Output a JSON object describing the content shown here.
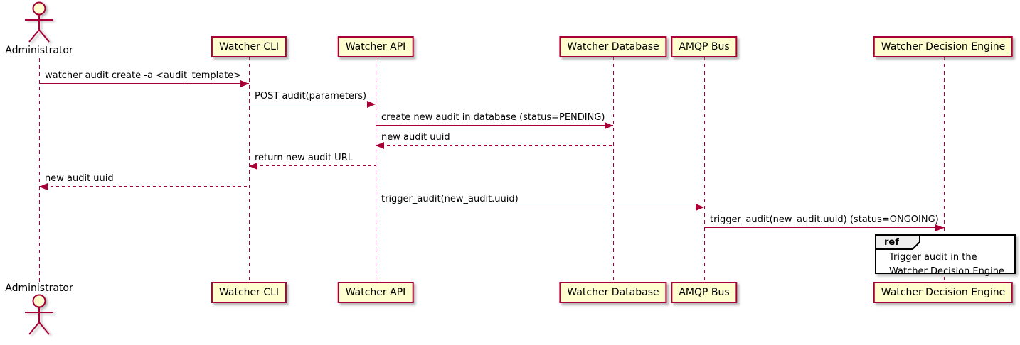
{
  "colors": {
    "participant-fill": "#FEFECE",
    "line": "#A80036",
    "text": "#000000",
    "ref-border": "#000000",
    "ref-fill": "#FFFFFF",
    "ref-tag-fill": "#EEEEEE"
  },
  "actor": {
    "name": "Administrator"
  },
  "participants": [
    {
      "name": "Watcher CLI"
    },
    {
      "name": "Watcher API"
    },
    {
      "name": "Watcher Database"
    },
    {
      "name": "AMQP Bus"
    },
    {
      "name": "Watcher Decision Engine"
    }
  ],
  "messages": [
    {
      "from": "Administrator",
      "to": "Watcher CLI",
      "style": "solid",
      "text": "watcher audit create -a <audit_template>"
    },
    {
      "from": "Watcher CLI",
      "to": "Watcher API",
      "style": "solid",
      "text": "POST audit(parameters)"
    },
    {
      "from": "Watcher API",
      "to": "Watcher Database",
      "style": "solid",
      "text": "create new audit in database (status=PENDING)"
    },
    {
      "from": "Watcher Database",
      "to": "Watcher API",
      "style": "dashed",
      "text": "new audit uuid"
    },
    {
      "from": "Watcher API",
      "to": "Watcher CLI",
      "style": "dashed",
      "text": "return new audit URL"
    },
    {
      "from": "Watcher CLI",
      "to": "Administrator",
      "style": "dashed",
      "text": "new audit uuid"
    },
    {
      "from": "Watcher API",
      "to": "AMQP Bus",
      "style": "solid",
      "text": "trigger_audit(new_audit.uuid)"
    },
    {
      "from": "AMQP Bus",
      "to": "Watcher Decision Engine",
      "style": "solid",
      "text": "trigger_audit(new_audit.uuid) (status=ONGOING)"
    }
  ],
  "ref": {
    "keyword": "ref",
    "lines": [
      "Trigger audit in the",
      "Watcher Decision Engine"
    ]
  }
}
